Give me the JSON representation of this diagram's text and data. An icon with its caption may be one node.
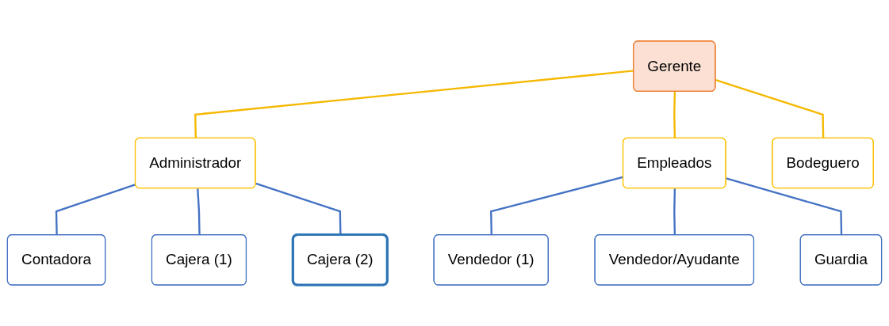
{
  "diagram": {
    "nodes": [
      {
        "text": [
          "Gerente"
        ]
      },
      {
        "text": [
          "Administrador"
        ]
      },
      {
        "text": [
          "Empleados"
        ]
      },
      {
        "text": [
          "Bodeguero"
        ]
      },
      {
        "text": [
          "Contadora"
        ]
      },
      {
        "text": [
          "Cajera (1)"
        ]
      },
      {
        "text": [
          "Cajera (2)"
        ]
      },
      {
        "text": [
          "Vendedor (1)"
        ]
      },
      {
        "text": [
          "Vendedor/Ayudante"
        ]
      },
      {
        "text": [
          "Guardia"
        ]
      }
    ],
    "edges": [
      {
        "from": 0,
        "to": 1,
        "arrow": "none",
        "color": "#f5b800"
      },
      {
        "from": 0,
        "to": 2,
        "arrow": "none",
        "color": "#f5b800"
      },
      {
        "from": 0,
        "to": 3,
        "arrow": "none",
        "color": "#f5b800"
      },
      {
        "from": 1,
        "to": 4,
        "arrow": "none"
      },
      {
        "from": 1,
        "to": 5,
        "arrow": "none"
      },
      {
        "from": 1,
        "to": 6,
        "arrow": "none"
      },
      {
        "from": 2,
        "to": 7,
        "arrow": "none"
      },
      {
        "from": 2,
        "to": 8,
        "arrow": "none"
      },
      {
        "from": 2,
        "to": 9,
        "arrow": "none"
      }
    ]
  }
}
